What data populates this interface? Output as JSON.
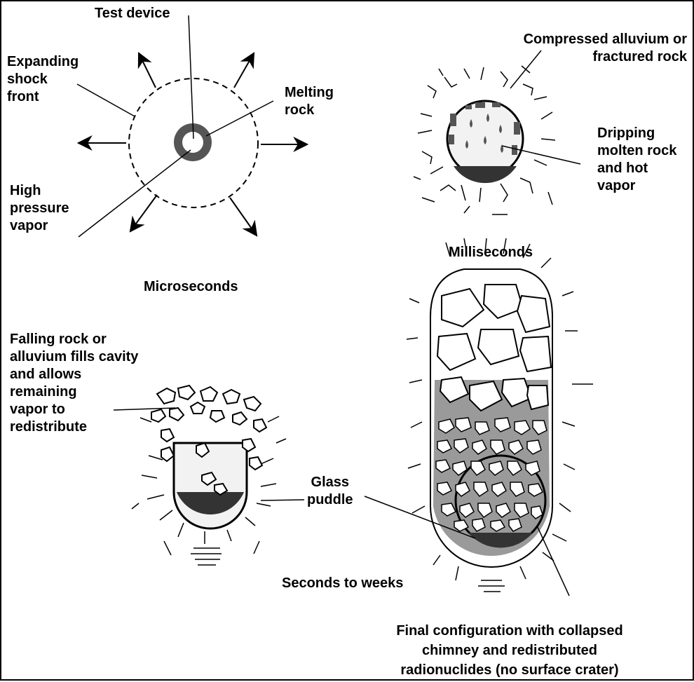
{
  "labels": {
    "test_device": "Test device",
    "expanding_shock_front": "Expanding\nshock\nfront",
    "melting_rock": "Melting\nrock",
    "high_pressure_vapor": "High\npressure\nvapor",
    "microseconds": "Microseconds",
    "compressed_alluvium": "Compressed alluvium or\nfractured rock",
    "dripping_molten_rock": "Dripping\nmolten rock\nand hot\nvapor",
    "milliseconds": "Milliseconds",
    "falling_rock": "Falling rock or\nalluvium fills cavity\nand allows\nremaining\nvapor to\nredistribute",
    "glass_puddle": "Glass\npuddle",
    "seconds_to_weeks": "Seconds to weeks",
    "final_configuration": "Final configuration with collapsed\nchimney and redistributed\nradionuclides (no surface crater)"
  },
  "colors": {
    "ink": "#000000",
    "melt_gray": "#555555",
    "cavity_fill": "#f2f2f2",
    "rubble_gray": "#9a9a9a",
    "puddle_dark": "#333333"
  }
}
